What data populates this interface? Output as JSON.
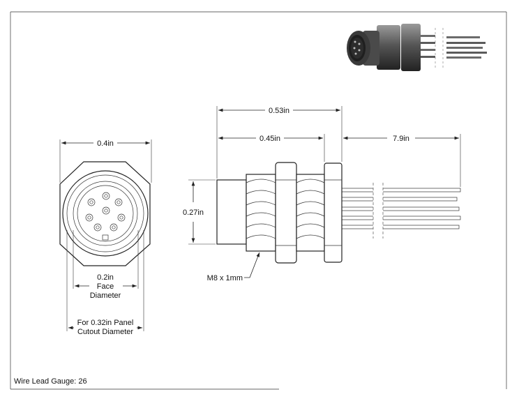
{
  "drawing": {
    "front_view": {
      "width_label": "0.4in",
      "face_diameter_label": [
        "0.2in",
        "Face",
        "Diameter"
      ],
      "panel_cutout_label": [
        "For 0.32in Panel",
        "Cutout Diameter"
      ]
    },
    "side_view": {
      "overall_length_label": "0.53in",
      "body_length_label": "0.45in",
      "lead_length_label": "7.9in",
      "height_label": "0.27in",
      "thread_label": "M8 x 1mm"
    },
    "note": "Wire Lead Gauge: 26",
    "colors": {
      "line": "#222222",
      "paper": "#ffffff",
      "render_dark": "#3a3a3a",
      "render_light": "#bdbdbd"
    }
  }
}
